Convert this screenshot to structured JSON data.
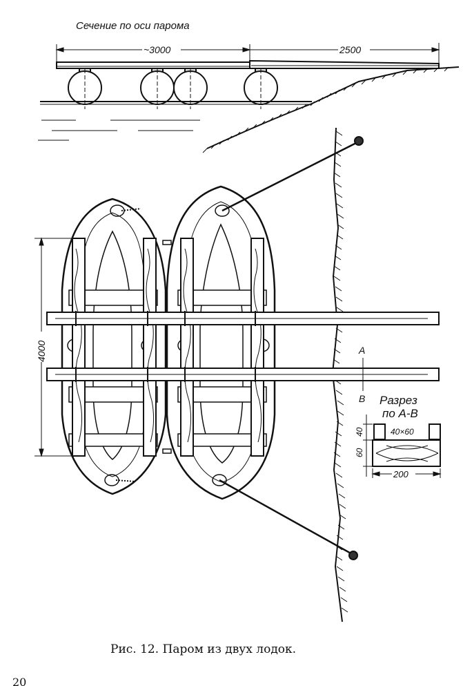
{
  "figure": {
    "section_title": "Сечение по оси парома",
    "dim_ferry_length": "~3000",
    "dim_ramp_length": "2500",
    "dim_boat_length": "4000",
    "section_mark_top": "A",
    "section_mark_bottom": "B",
    "section_view_title_line1": "Разрез",
    "section_view_title_line2": "по A-B",
    "timber_size": "40×60",
    "dim_section_height_top": "40",
    "dim_section_height_bottom": "60",
    "dim_section_width": "200"
  },
  "caption": "Рис. 12. Паром из двух лодок.",
  "page_number": "20"
}
